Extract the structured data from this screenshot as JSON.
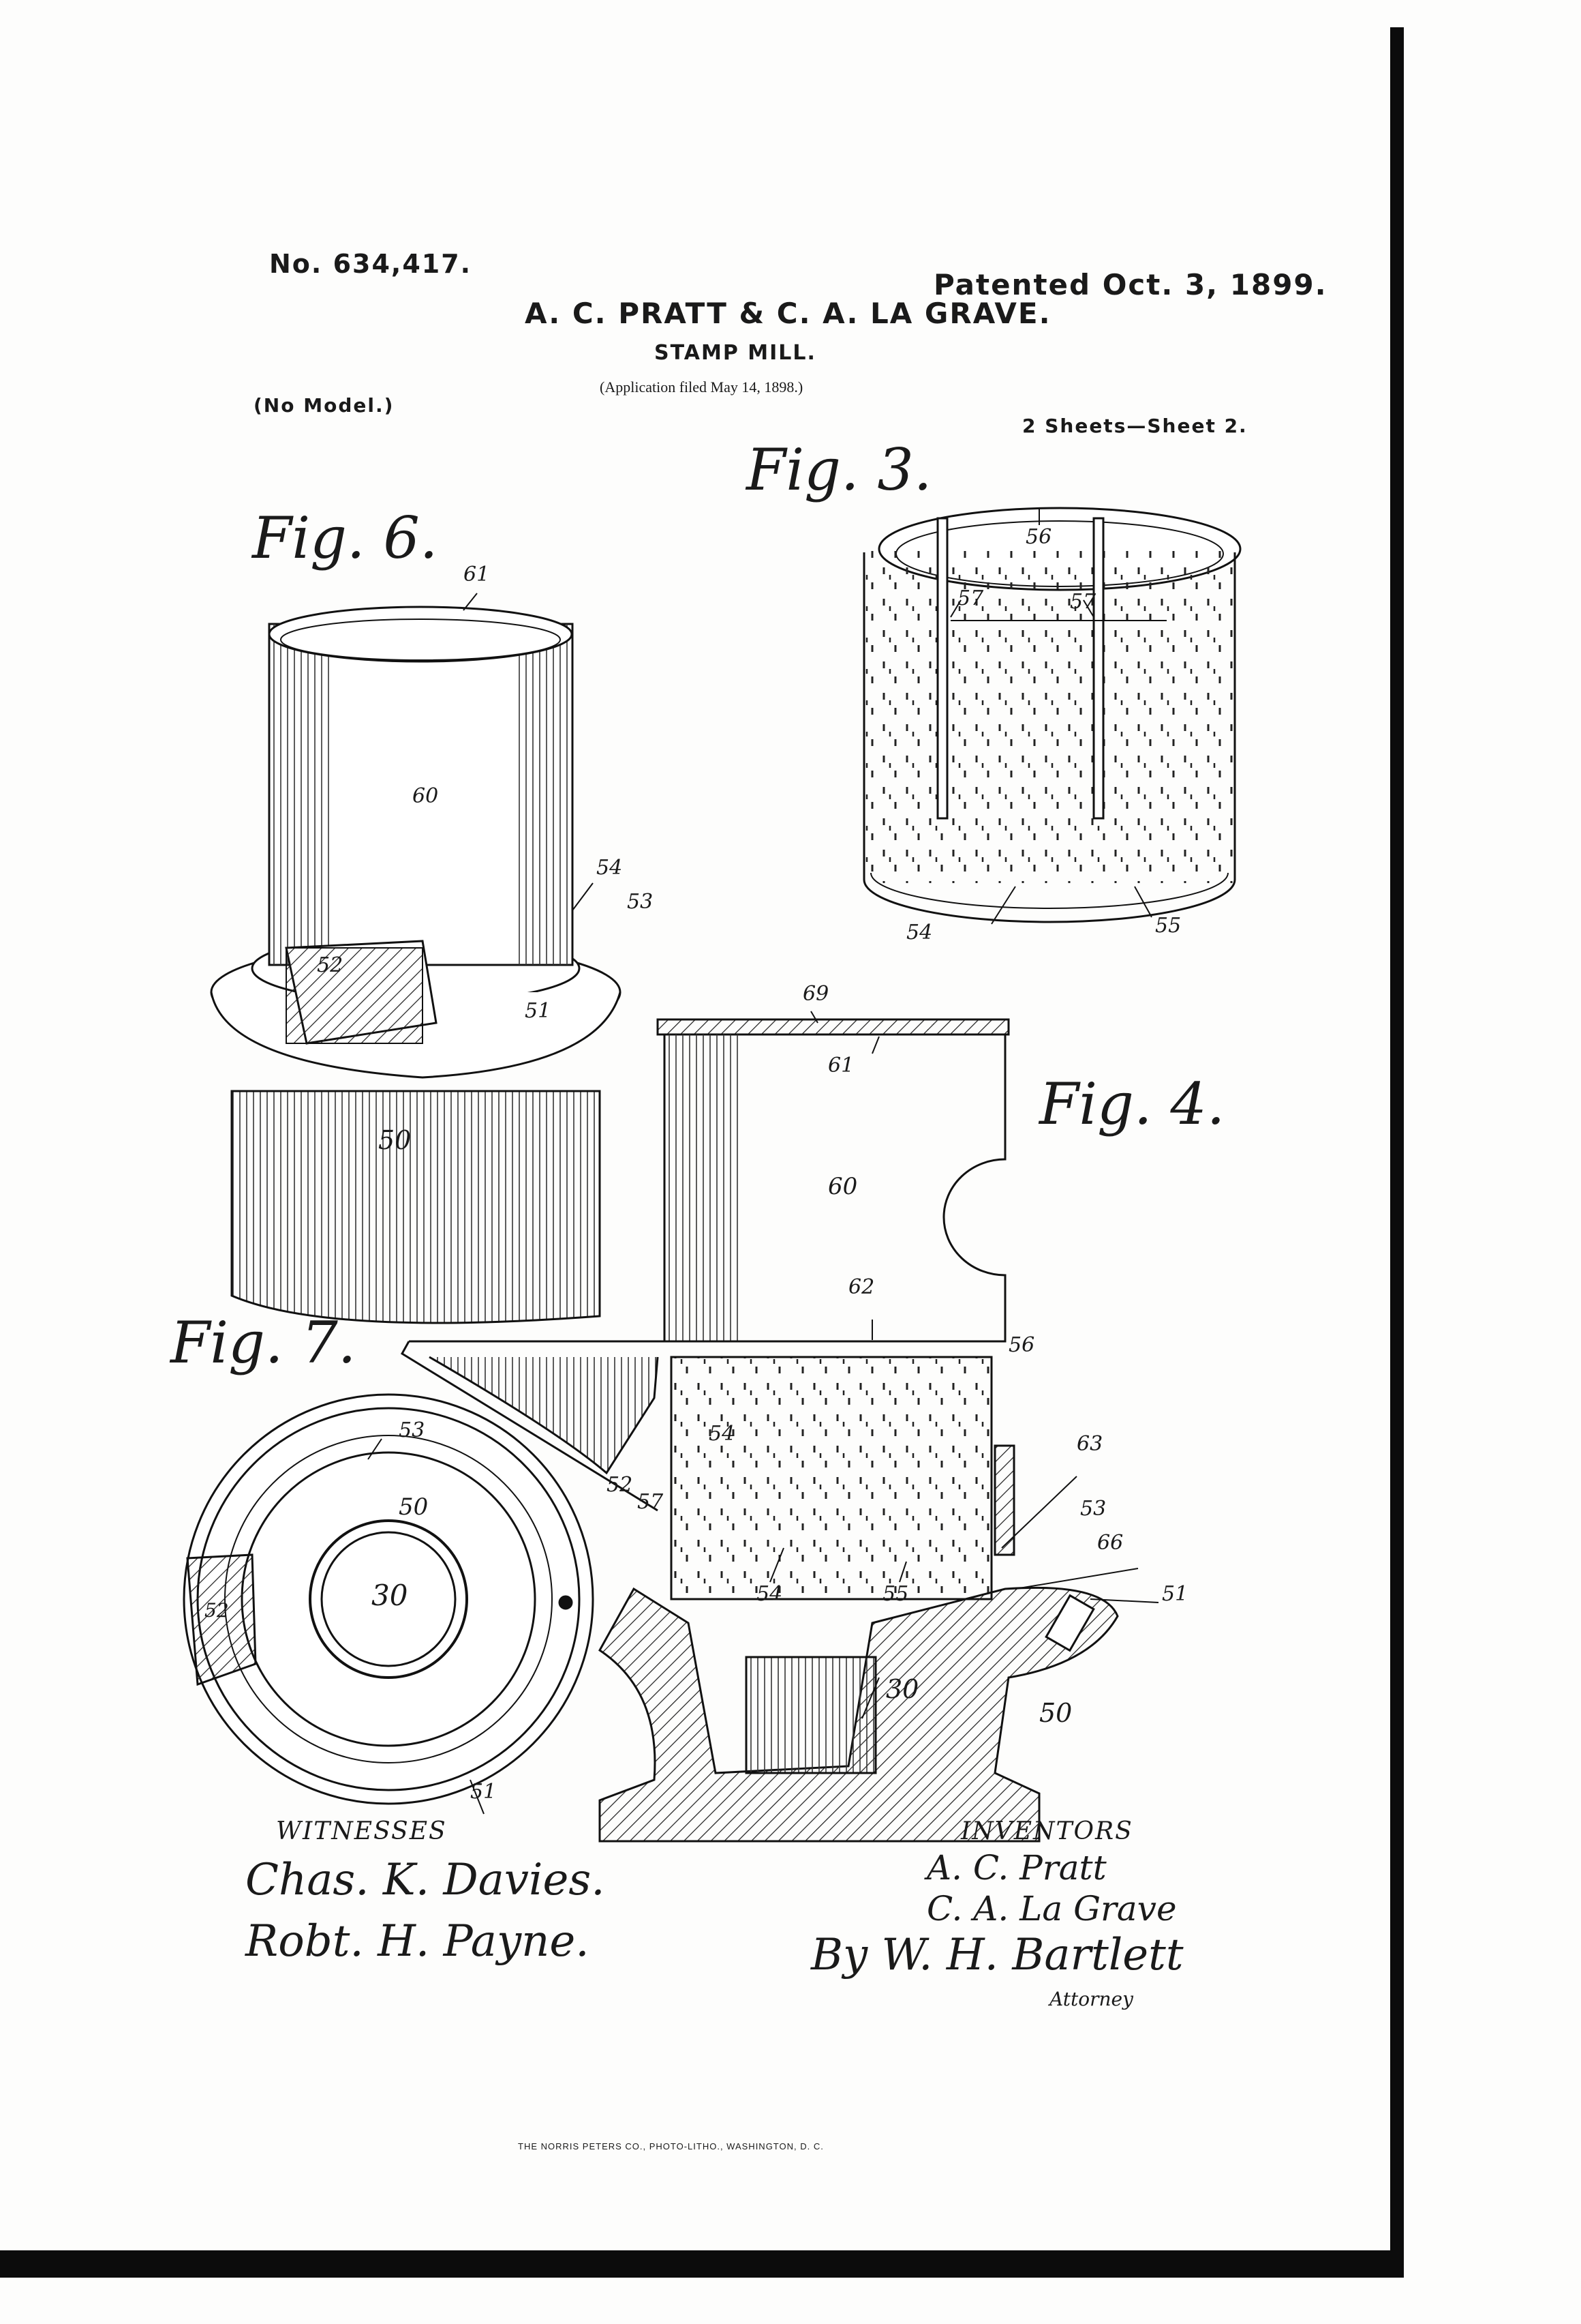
{
  "header": {
    "patent_no": "No. 634,417.",
    "patented": "Patented Oct. 3, 1899.",
    "inventors_title": "A. C. PRATT & C. A. LA GRAVE.",
    "title": "STAMP MILL.",
    "application": "(Application filed May 14, 1898.)",
    "model": "(No Model.)",
    "sheets": "2 Sheets—Sheet 2."
  },
  "figures": {
    "fig3": {
      "label": "Fig. 3.",
      "refs": {
        "r56": "56",
        "r57a": "57",
        "r57b": "57",
        "r54": "54",
        "r55": "55"
      }
    },
    "fig6": {
      "label": "Fig. 6.",
      "refs": {
        "r61": "61",
        "r60": "60",
        "r54": "54",
        "r53": "53",
        "r52": "52",
        "r51": "51",
        "r50": "50"
      }
    },
    "fig4": {
      "label": "Fig. 4.",
      "refs": {
        "r69": "69",
        "r61": "61",
        "r60": "60",
        "r62": "62",
        "r56": "56",
        "r63": "63",
        "r54a": "54",
        "r52": "52",
        "r57": "57",
        "r53": "53",
        "r66": "66",
        "r51": "51",
        "r54b": "54",
        "r55": "55",
        "r30": "30",
        "r50": "50"
      }
    },
    "fig7": {
      "label": "Fig. 7.",
      "refs": {
        "r53": "53",
        "r50": "50",
        "r30": "30",
        "r52": "52",
        "r51": "51"
      }
    }
  },
  "witnesses": {
    "label": "WITNESSES",
    "signature_1": "Chas. K. Davies.",
    "signature_2": "Robt. H. Payne."
  },
  "inventors": {
    "label": "INVENTORS",
    "signature_1": "A. C. Pratt",
    "signature_2": "C. A. La Grave",
    "by": "By W. H. Bartlett",
    "attorney": "Attorney"
  },
  "footer": {
    "printer": "THE NORRIS PETERS CO., PHOTO-LITHO., WASHINGTON, D. C."
  }
}
